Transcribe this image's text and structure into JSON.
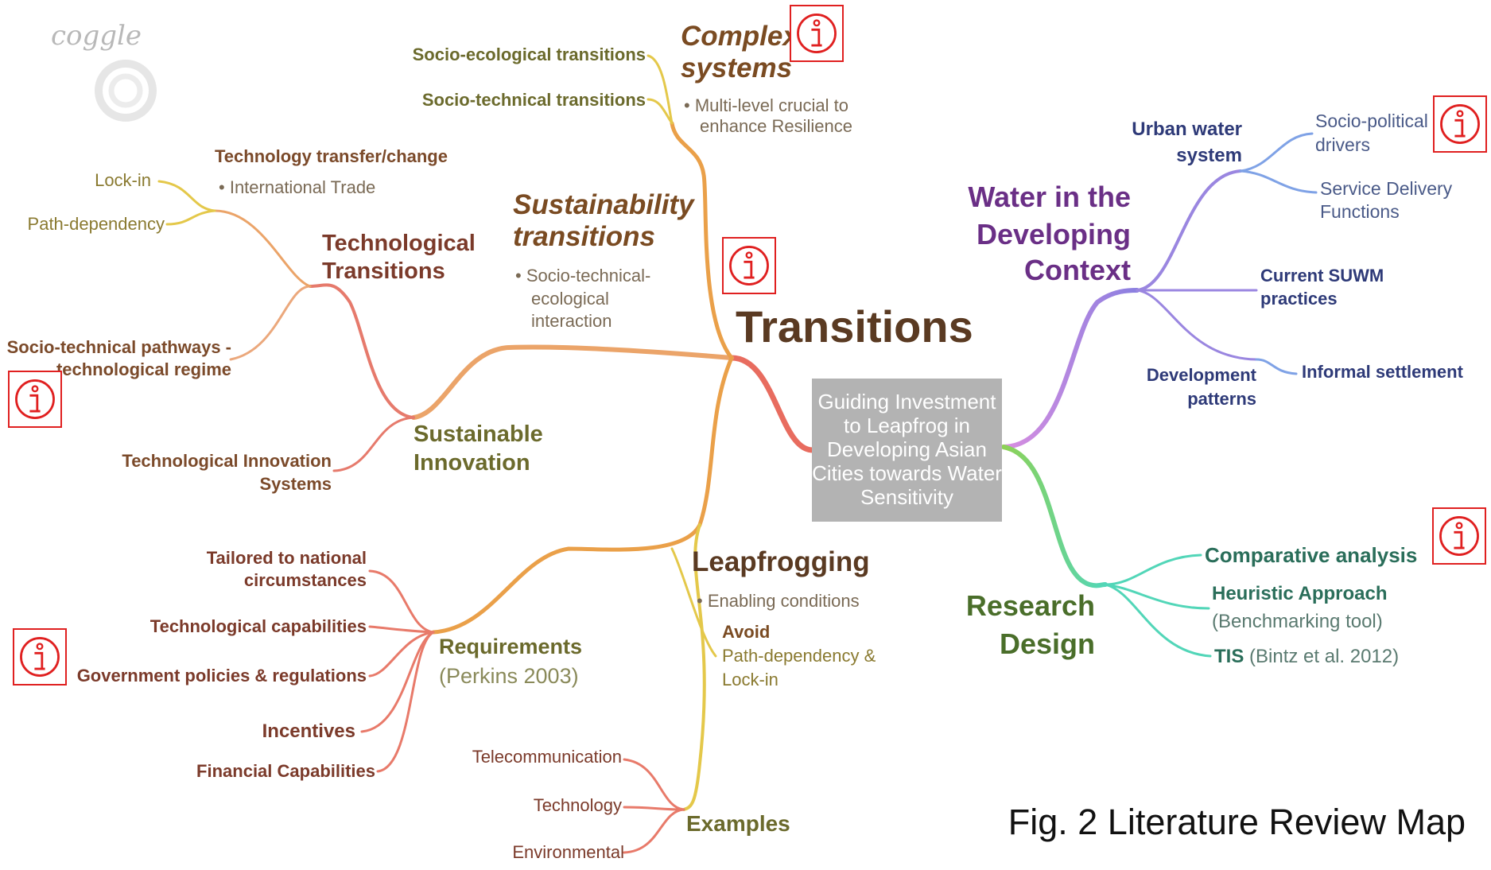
{
  "logo": {
    "text": "coggle"
  },
  "center": {
    "label": "Guiding Investment to Leapfrog in Developing Asian Cities towards Water Sensitivity"
  },
  "caption": "Fig. 2 Literature Review Map",
  "colors": {
    "title": "#5a3a22",
    "purple": "#6a2f86",
    "green": "#4a6e2a",
    "olive": "#6b6a2c",
    "red": "#7b3a2a",
    "navy": "#2e3a78"
  },
  "transitions": {
    "title": "Transitions",
    "complex": {
      "title1": "Complex",
      "title2": "systems",
      "bullet": "Multi-level crucial to",
      "bullet2": "enhance Resilience",
      "c1": "Socio-ecological transitions",
      "c2": "Socio-technical transitions"
    },
    "sustainability": {
      "title1": "Sustainability",
      "title2": "transitions",
      "b1": "Socio-technical-",
      "b2": "ecological",
      "b3": "interaction"
    },
    "sustainable_innovation": {
      "title1": "Sustainable",
      "title2": "Innovation"
    },
    "technological": {
      "title1": "Technological",
      "title2": "Transitions",
      "tt": "Technology transfer/change",
      "tt_bullet": "International Trade",
      "lock": "Lock-in",
      "path": "Path-dependency",
      "stp1": "Socio-technical pathways -",
      "stp2": "technological regime",
      "tis1": "Technological Innovation",
      "tis2": "Systems"
    },
    "leapfrogging": {
      "title": "Leapfrogging",
      "bullet": "Enabling conditions",
      "avoid": "Avoid",
      "avoid2": "Path-dependency &",
      "avoid3": "Lock-in"
    },
    "requirements": {
      "title": "Requirements",
      "ref": "(Perkins 2003)",
      "i1a": "Tailored to national",
      "i1b": "circumstances",
      "i2": "Technological capabilities",
      "i3": "Government policies & regulations",
      "i4": "Incentives",
      "i5": "Financial Capabilities"
    },
    "examples": {
      "title": "Examples",
      "e1": "Telecommunication",
      "e2": "Technology",
      "e3": "Environmental"
    }
  },
  "water": {
    "title1": "Water in the",
    "title2": "Developing",
    "title3": "Context",
    "urban1": "Urban water",
    "urban2": "system",
    "socio1": "Socio-political",
    "socio2": "drivers",
    "service1": "Service Delivery",
    "service2": "Functions",
    "suwm1": "Current SUWM",
    "suwm2": "practices",
    "dev1": "Development",
    "dev2": "patterns",
    "informal": "Informal settlement"
  },
  "research": {
    "title1": "Research",
    "title2": "Design",
    "comp": "Comparative analysis",
    "heur": "Heuristic Approach",
    "heur2": "(Benchmarking tool)",
    "tis": "TIS",
    "tis_ref": "(Bintz et al. 2012)"
  },
  "info_icons": [
    "info-icon",
    "info-icon",
    "info-icon",
    "info-icon",
    "info-icon",
    "info-icon"
  ]
}
